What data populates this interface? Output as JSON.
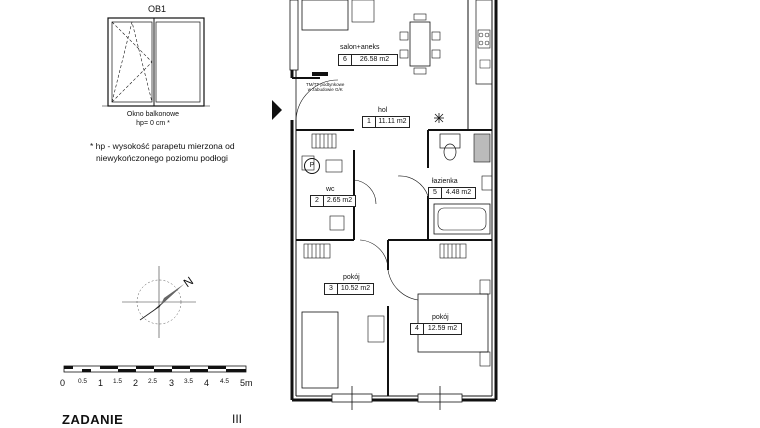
{
  "window": {
    "title": "OB1",
    "caption_line1": "Okno balkonowe",
    "caption_line2": "hp= 0 cm *"
  },
  "note": {
    "line1": "* hp - wysokość parapetu mierzona od",
    "line2": "niewykończonego poziomu podłogi"
  },
  "compass": {
    "letter": "N"
  },
  "scale": {
    "labels": [
      "0",
      "1",
      "2",
      "3",
      "4",
      "5m"
    ],
    "sub_labels": [
      "0.5",
      "1.5",
      "2.5",
      "3.5",
      "4.5"
    ]
  },
  "footer": {
    "left": "ZADANIE",
    "right": "III"
  },
  "rooms": [
    {
      "name": "salon+aneks",
      "number": "6",
      "area": "26.58 m2"
    },
    {
      "name": "hol",
      "number": "1",
      "area": "11.11 m2"
    },
    {
      "name": "łazienka",
      "number": "5",
      "area": "4.48 m2"
    },
    {
      "name": "wc",
      "number": "2",
      "area": "2.65 m2"
    },
    {
      "name": "pokój",
      "number": "3",
      "area": "10.52 m2"
    },
    {
      "name": "pokój",
      "number": "4",
      "area": "12.59 m2"
    }
  ],
  "tv_note": {
    "line1": "TM/TT podtynkowe",
    "line2": "w zabudowie G/K"
  },
  "wc_symbol": "P"
}
